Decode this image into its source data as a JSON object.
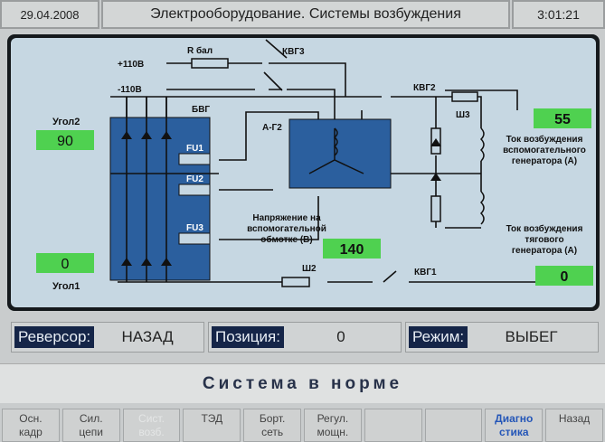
{
  "header": {
    "date": "29.04.2008",
    "title": "Электрооборудование. Системы возбуждения",
    "time": "3:01:21"
  },
  "diagram": {
    "labels": {
      "plus": "+110В",
      "minus": "-110В",
      "rbal": "R бал",
      "kvg3": "КВГ3",
      "kvg2": "КВГ2",
      "kvg1": "КВГ1",
      "bvg": "БВГ",
      "ag2": "А-Г2",
      "fu1": "FU1",
      "fu2": "FU2",
      "fu3": "FU3",
      "sh2": "Ш2",
      "sh3": "Ш3"
    },
    "ugol2": {
      "label": "Угол2",
      "value": "90"
    },
    "ugol1": {
      "label": "Угол1",
      "value": "0"
    },
    "voltage": {
      "label1": "Напряжение на",
      "label2": "вспомогательной",
      "label3": "обмотке (В)",
      "value": "140"
    },
    "aux_current": {
      "label1": "Ток возбуждения",
      "label2": "вспомогательного",
      "label3": "генератора (А)",
      "value": "55"
    },
    "main_current": {
      "label1": "Ток возбуждения",
      "label2": "тягового",
      "label3": "генератора (А)",
      "value": "0"
    },
    "colors": {
      "block": "#2b5f9e",
      "value": "#4fd150"
    }
  },
  "status": {
    "reversor_label": "Реверсор:",
    "reversor_value": "НАЗАД",
    "position_label": "Позиция:",
    "position_value": "0",
    "mode_label": "Режим:",
    "mode_value": "ВЫБЕГ"
  },
  "message": "Система в норме",
  "buttons": [
    {
      "label": "Осн.\nкадр"
    },
    {
      "label": "Сил.\nцепи"
    },
    {
      "label": "Сист.\nвозб."
    },
    {
      "label": "ТЭД"
    },
    {
      "label": "Борт.\nсеть"
    },
    {
      "label": "Регул.\nмощн."
    },
    {
      "label": ""
    },
    {
      "label": ""
    },
    {
      "label": "Диагно\nстика"
    },
    {
      "label": "Назад"
    }
  ]
}
